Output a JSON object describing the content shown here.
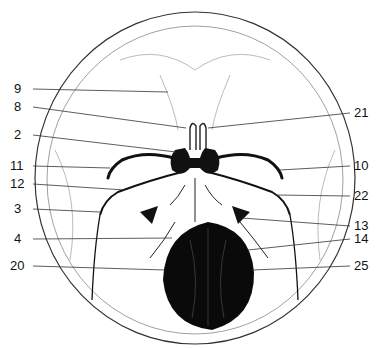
{
  "diagram": {
    "labels": [
      "9",
      "8",
      "2",
      "11",
      "12",
      "3",
      "4",
      "20",
      "21",
      "10",
      "22",
      "13",
      "14",
      "25"
    ]
  }
}
